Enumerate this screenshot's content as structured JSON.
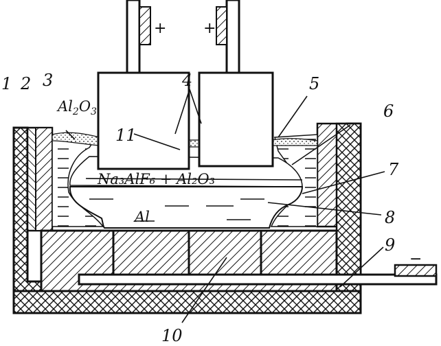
{
  "labels": {
    "n1": "1",
    "n2": "2",
    "n3": "3",
    "n4": "4",
    "n5": "5",
    "n6": "6",
    "n7": "7",
    "n8": "8",
    "n9": "9",
    "n10": "10",
    "n11": "11"
  },
  "chem": {
    "alumina_main": "Al",
    "alumina_sub1": "2",
    "alumina_mid": "O",
    "alumina_sub2": "3",
    "electrolyte": "Na₃AlF₆ + Al₂O₃",
    "metal": "Al"
  },
  "signs": {
    "anode_left": "+",
    "anode_right": "+",
    "cathode": "−"
  }
}
